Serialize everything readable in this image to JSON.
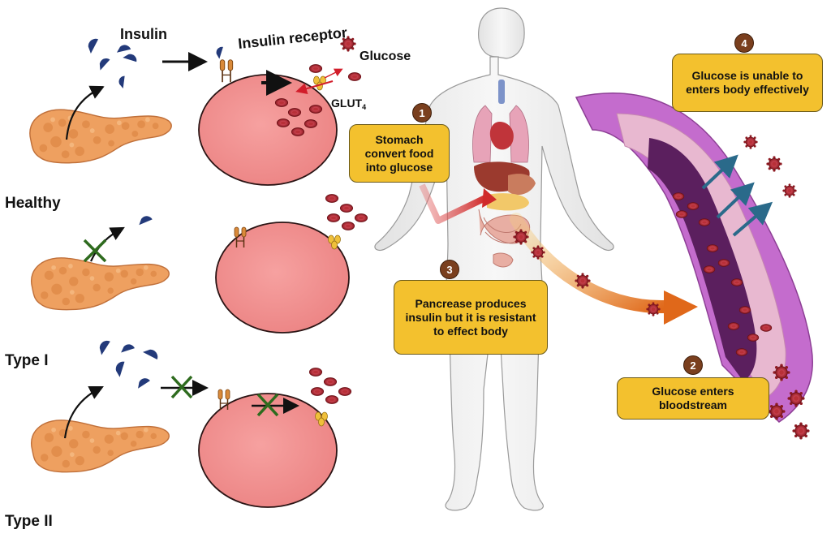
{
  "labels": {
    "insulin": "Insulin",
    "insulin_receptor": "Insulin receptor",
    "glucose": "Glucose",
    "glut4": "GLUT",
    "glut4_sub": "4"
  },
  "rows": [
    {
      "label": "Healthy"
    },
    {
      "label": "Type I"
    },
    {
      "label": "Type II"
    }
  ],
  "steps": [
    {
      "number": "1",
      "text": "Stomach convert food into glucose"
    },
    {
      "number": "2",
      "text": "Glucose enters bloodstream"
    },
    {
      "number": "3",
      "text": "Pancrease produces insulin but it is resistant to effect body"
    },
    {
      "number": "4",
      "text": "Glucose is unable to enters body effectively"
    }
  ],
  "colors": {
    "cell": "#f08f8f",
    "cell_stroke": "#2a1414",
    "pancreas": "#eea060",
    "insulin": "#233a7a",
    "glucose": "#a8242c",
    "callout": "#f3c12e",
    "badge": "#7a3f1e",
    "vessel_outer": "#b45bbf",
    "vessel_inner": "#5b1f5e",
    "block_mark": "#2e6b1e",
    "arrow_dark": "#111111",
    "arrow_red": "#d21d2a",
    "arrow_orange": "#e87a22",
    "arrow_teal": "#2a6a8a"
  }
}
